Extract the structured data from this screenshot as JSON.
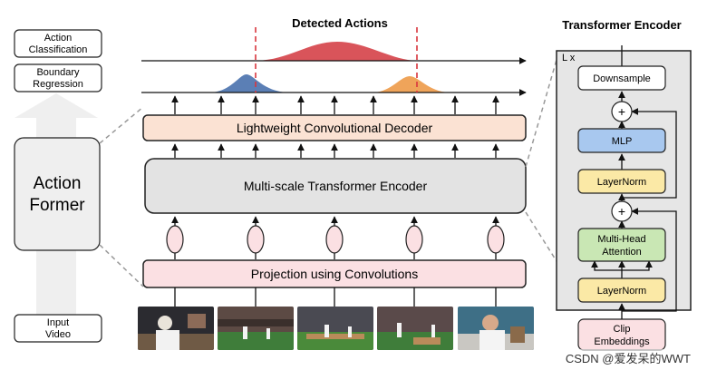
{
  "left": {
    "action_classification": [
      "Action",
      "Classification"
    ],
    "boundary_regression": [
      "Boundary",
      "Regression"
    ],
    "action_former": [
      "Action",
      "Former"
    ],
    "input_video": [
      "Input",
      "Video"
    ]
  },
  "main": {
    "detected_actions": "Detected Actions",
    "decoder": "Lightweight Convolutional Decoder",
    "encoder": "Multi-scale Transformer Encoder",
    "projection": "Projection using Convolutions"
  },
  "right": {
    "title": "Transformer Encoder",
    "repeat": "L x",
    "downsample": "Downsample",
    "plus": "+",
    "mlp": "MLP",
    "layernorm": "LayerNorm",
    "mha": [
      "Multi-Head",
      "Attention"
    ],
    "clip": [
      "Clip",
      "Embeddings"
    ]
  },
  "frames": [
    {
      "name": "frame-1",
      "sky": "#2b2b30",
      "ground": "#6f5a45"
    },
    {
      "name": "frame-2",
      "sky": "#5c4a44",
      "ground": "#3f7d3a"
    },
    {
      "name": "frame-3",
      "sky": "#4a4a52",
      "ground": "#4a8a3a"
    },
    {
      "name": "frame-4",
      "sky": "#5a4a4a",
      "ground": "#3f7d3a"
    },
    {
      "name": "frame-5",
      "sky": "#3e6f86",
      "ground": "#c9c7c2"
    }
  ],
  "watermark": "CSDN @爱发呆的WWT",
  "colors": {
    "blue_peak": "#5b7fb5",
    "red_peak": "#d9545a",
    "orange_peak": "#efa45a",
    "decoder_fill": "#fbe2d3",
    "encoder_fill": "#e3e3e3",
    "projection_fill": "#fbe0e3",
    "mlp_fill": "#a8c8ef",
    "layernorm_fill": "#fbe9a6",
    "mha_fill": "#c9e7b4",
    "clip_fill": "#fbe0e3",
    "dashed_marker": "#d9363e"
  }
}
